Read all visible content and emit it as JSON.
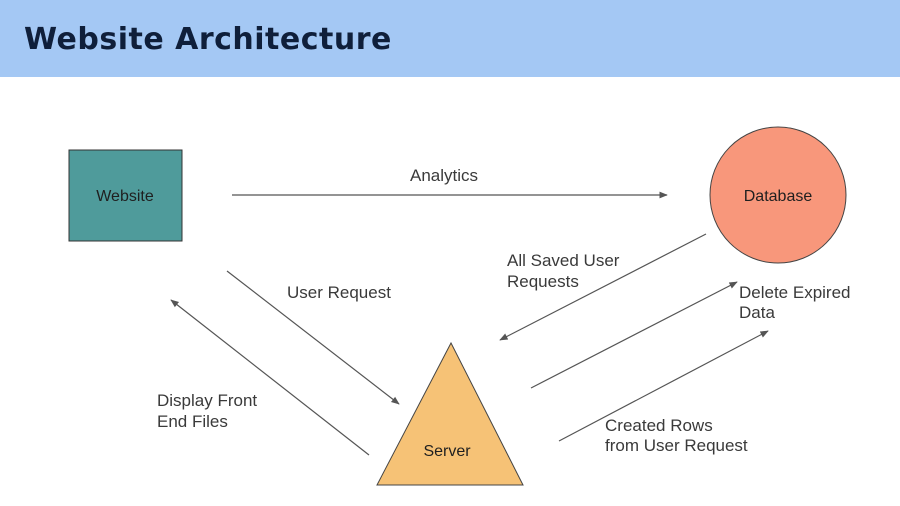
{
  "header": {
    "title": "Website Architecture",
    "background": "#a4c8f4"
  },
  "nodes": {
    "website": {
      "label": "Website",
      "color": "#4f9b9b"
    },
    "database": {
      "label": "Database",
      "color": "#f8977b"
    },
    "server": {
      "label": "Server",
      "color": "#f6c276"
    }
  },
  "edges": {
    "analytics": {
      "line1": "Analytics"
    },
    "user_request": {
      "line1": "User Request"
    },
    "saved_requests": {
      "line1": "All Saved User",
      "line2": "Requests"
    },
    "delete_expired": {
      "line1": "Delete Expired",
      "line2": "Data"
    },
    "display_front": {
      "line1": "Display Front",
      "line2": "End Files"
    },
    "created_rows": {
      "line1": "Created Rows",
      "line2": "from User Request"
    }
  }
}
